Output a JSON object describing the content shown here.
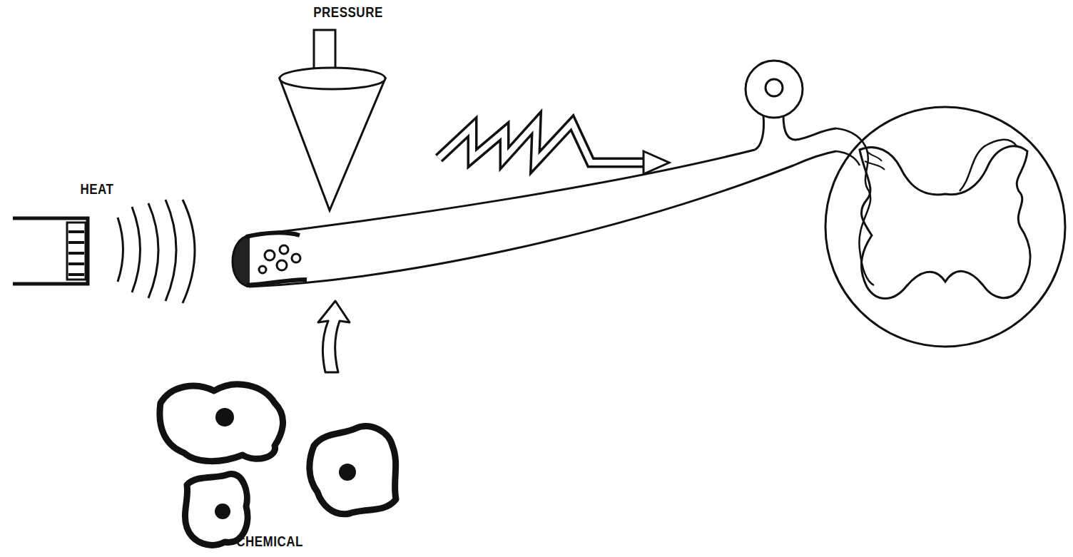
{
  "diagram": {
    "labels": [
      "PRESSURE",
      "HEAT",
      "CHEMICAL"
    ]
  }
}
